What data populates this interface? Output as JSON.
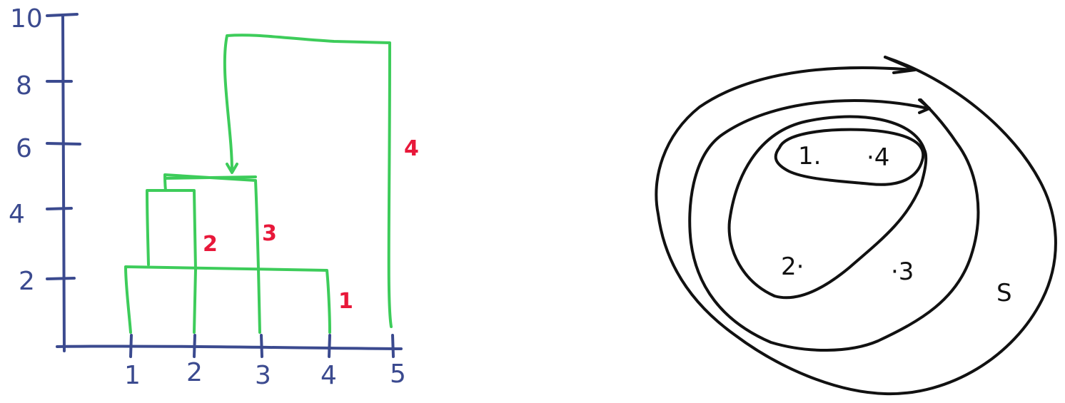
{
  "dendrogram": {
    "y_ticks": [
      "2",
      "4",
      "6",
      "8",
      "10"
    ],
    "x_ticks": [
      "1",
      "2",
      "3",
      "4",
      "5"
    ],
    "merge_order_labels": [
      "1",
      "2",
      "3",
      "4"
    ]
  },
  "venn": {
    "points": [
      "1.",
      "·4",
      "2·",
      "·3"
    ],
    "set_label": "S"
  },
  "colors": {
    "axis": "#3b4a8f",
    "merges": "#3dcc5a",
    "merge_labels": "#e8183a",
    "venn": "#111111"
  }
}
